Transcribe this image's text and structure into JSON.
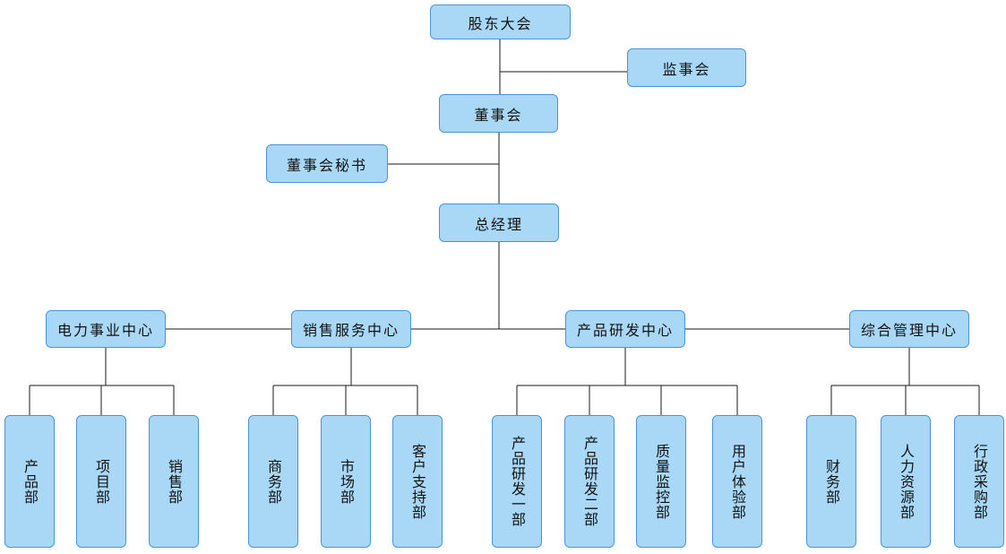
{
  "diagram": {
    "type": "org-chart",
    "colors": {
      "node_fill": "#a9d8f7",
      "node_border": "#4c94d8",
      "connector": "#1a1a1a",
      "background": "#ffffff"
    },
    "nodes": {
      "shareholders": "股东大会",
      "supervisory": "监事会",
      "board": "董事会",
      "board_secretary": "董事会秘书",
      "general_manager": "总经理",
      "centers": [
        {
          "label": "电力事业中心",
          "departments": [
            "产品部",
            "项目部",
            "销售部"
          ]
        },
        {
          "label": "销售服务中心",
          "departments": [
            "商务部",
            "市场部",
            "客户支持部"
          ]
        },
        {
          "label": "产品研发中心",
          "departments": [
            "产品研发一部",
            "产品研发二部",
            "质量监控部",
            "用户体验部"
          ]
        },
        {
          "label": "综合管理中心",
          "departments": [
            "财务部",
            "人力资源部",
            "行政采购部"
          ]
        }
      ]
    }
  }
}
